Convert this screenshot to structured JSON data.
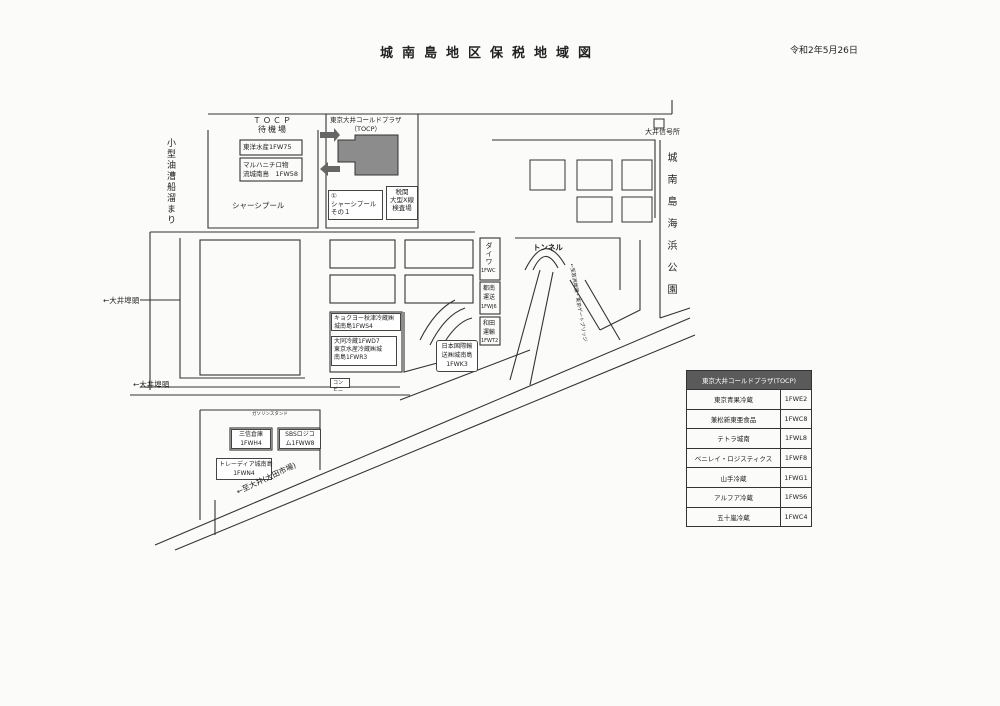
{
  "header": {
    "title": "城南島地区保税地域図",
    "date": "令和2年5月26日"
  },
  "map": {
    "toc_waiting": "ＴＯＣＰ\n待機場",
    "toyo": "東洋水産1FW75",
    "maruha": "マルハニチロ物\n流城南島　1FW58",
    "chassis_pool": "シャーシプール",
    "tokyo_oi_cold_plaza": "東京大井コールドプラザ\n（TOCP）",
    "chassis_pool_1": "①\nシャーシプール\nその１",
    "customs_xray": "税関\n大型X線\n検査場",
    "oi_signal": "大井信号所",
    "tunnel": "トンネル",
    "seaside_park": "城南島海浜公園",
    "small_tanker": "小型油漕船溜まり",
    "to_oi_wharf_1": "←大井埠頭",
    "to_oi_wharf_2": "←大井埠頭",
    "daiwa": "ダイワ",
    "daiwa_code": "1FWC",
    "tonan": "都南\n運送",
    "tonan_code": "1FWJ6",
    "wada": "和田\n運輸",
    "wada_code": "1FWT2",
    "kyokuyo": "キョクヨー秋津冷蔵㈱\n城南島1FWS4",
    "daido": "大同冷蔵1FWD7\n東京水産冷蔵㈱城\n南島1FWR3",
    "nippon_express": "日本国際輸\n送㈱城南島\n1FWK3",
    "konbini": "コンビニ",
    "gas_station": "ガソリンスタンド",
    "sanshin": "三信倉庫\n1FWH4",
    "sbs": "SBSロジコ\nム1FWW8",
    "trade": "トレーディア城南島\n1FWN4",
    "to_oi_market": "←至大井(大田市場)",
    "tokyo_gate_bridge": "←至若洲埠頭・東京ゲートブリッジ"
  },
  "legend": {
    "title": "東京大井コールドプラザ(TOCP)",
    "rows": [
      {
        "name": "東京青果冷蔵",
        "code": "1FWE2"
      },
      {
        "name": "兼松新東亜食品",
        "code": "1FWC8"
      },
      {
        "name": "テトラ城南",
        "code": "1FWL8"
      },
      {
        "name": "ベニレイ・ロジスティクス",
        "code": "1FWF8"
      },
      {
        "name": "山手冷蔵",
        "code": "1FWG1"
      },
      {
        "name": "アルフア冷蔵",
        "code": "1FWS6"
      },
      {
        "name": "五十嵐冷蔵",
        "code": "1FWC4"
      }
    ]
  },
  "colors": {
    "line": "#333333",
    "tocp_fill": "#8c8c8c",
    "legend_header": "#5a5a5a"
  }
}
